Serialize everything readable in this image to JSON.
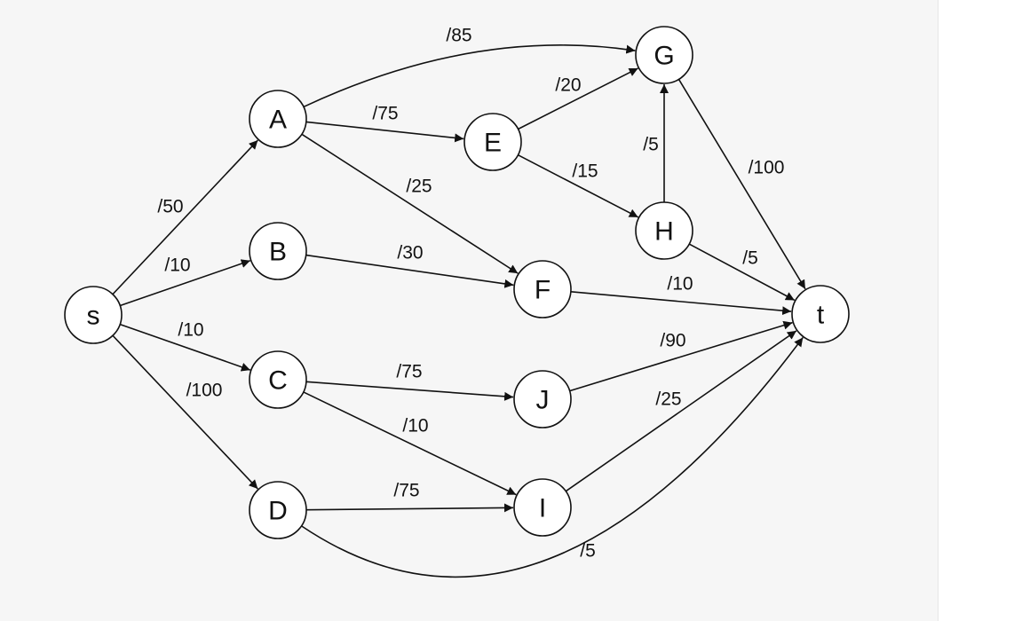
{
  "graph": {
    "nodes": [
      {
        "id": "s",
        "label": "s"
      },
      {
        "id": "A",
        "label": "A"
      },
      {
        "id": "B",
        "label": "B"
      },
      {
        "id": "C",
        "label": "C"
      },
      {
        "id": "D",
        "label": "D"
      },
      {
        "id": "E",
        "label": "E"
      },
      {
        "id": "F",
        "label": "F"
      },
      {
        "id": "G",
        "label": "G"
      },
      {
        "id": "H",
        "label": "H"
      },
      {
        "id": "I",
        "label": "I"
      },
      {
        "id": "J",
        "label": "J"
      },
      {
        "id": "t",
        "label": "t"
      }
    ],
    "edges": [
      {
        "from": "s",
        "to": "A",
        "label": "/50"
      },
      {
        "from": "s",
        "to": "B",
        "label": "/10"
      },
      {
        "from": "s",
        "to": "C",
        "label": "/10"
      },
      {
        "from": "s",
        "to": "D",
        "label": "/100"
      },
      {
        "from": "A",
        "to": "G",
        "label": "/85"
      },
      {
        "from": "A",
        "to": "E",
        "label": "/75"
      },
      {
        "from": "A",
        "to": "F",
        "label": "/25"
      },
      {
        "from": "B",
        "to": "F",
        "label": "/30"
      },
      {
        "from": "C",
        "to": "J",
        "label": "/75"
      },
      {
        "from": "C",
        "to": "I",
        "label": "/10"
      },
      {
        "from": "D",
        "to": "I",
        "label": "/75"
      },
      {
        "from": "D",
        "to": "t",
        "label": "/5"
      },
      {
        "from": "E",
        "to": "G",
        "label": "/20"
      },
      {
        "from": "E",
        "to": "H",
        "label": "/15"
      },
      {
        "from": "H",
        "to": "G",
        "label": "/5"
      },
      {
        "from": "G",
        "to": "t",
        "label": "/100"
      },
      {
        "from": "H",
        "to": "t",
        "label": "/5"
      },
      {
        "from": "F",
        "to": "t",
        "label": "/10"
      },
      {
        "from": "J",
        "to": "t",
        "label": "/90"
      },
      {
        "from": "I",
        "to": "t",
        "label": "/25"
      }
    ]
  }
}
